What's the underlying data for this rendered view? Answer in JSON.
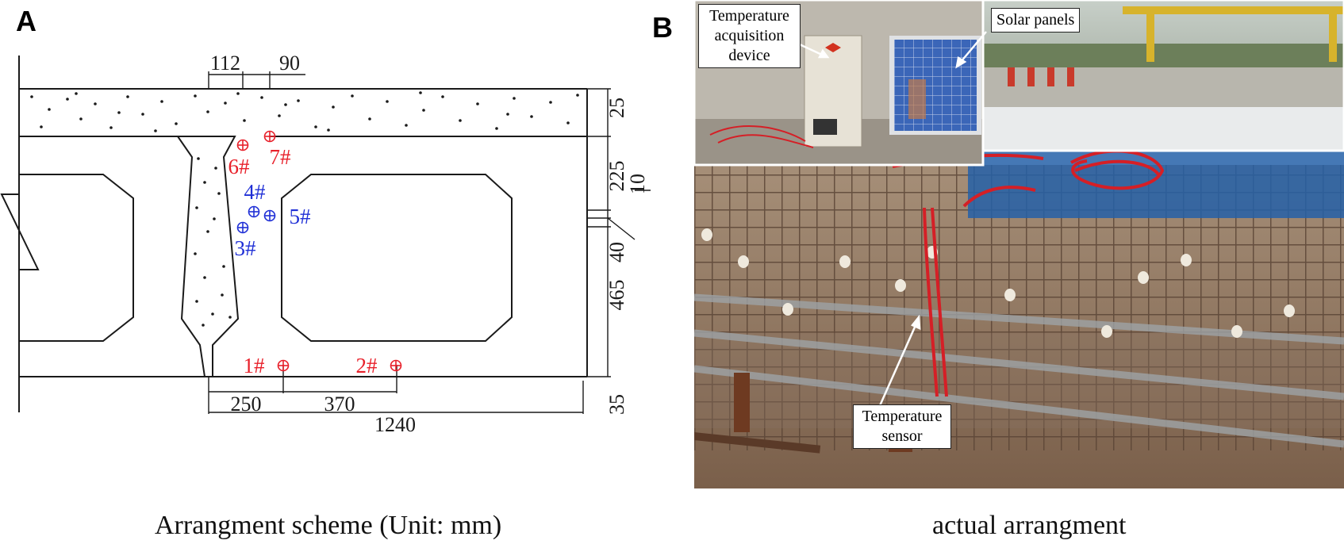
{
  "panel_a": {
    "letter": "A",
    "caption": "Arrangment scheme (Unit: mm)",
    "dimensions": {
      "top_left": "112",
      "top_right": "90",
      "right_1": "25",
      "right_2": "225",
      "right_3": "10",
      "right_4": "40",
      "right_5": "465",
      "right_6": "35",
      "bottom_1": "250",
      "bottom_2": "370",
      "bottom_total": "1240"
    },
    "sensors": {
      "s1": "1#",
      "s2": "2#",
      "s3": "3#",
      "s4": "4#",
      "s5": "5#",
      "s6": "6#",
      "s7": "7#"
    },
    "colors": {
      "sensor_red": "#e8202a",
      "sensor_blue": "#1f2fd6",
      "line": "#1a1a1a"
    }
  },
  "panel_b": {
    "letter": "B",
    "caption": "actual arrangment",
    "callouts": {
      "acquisition": [
        "Temperature",
        "acquisition",
        "device"
      ],
      "solar": "Solar panels",
      "sensor": [
        "Temperature",
        "sensor"
      ]
    }
  }
}
